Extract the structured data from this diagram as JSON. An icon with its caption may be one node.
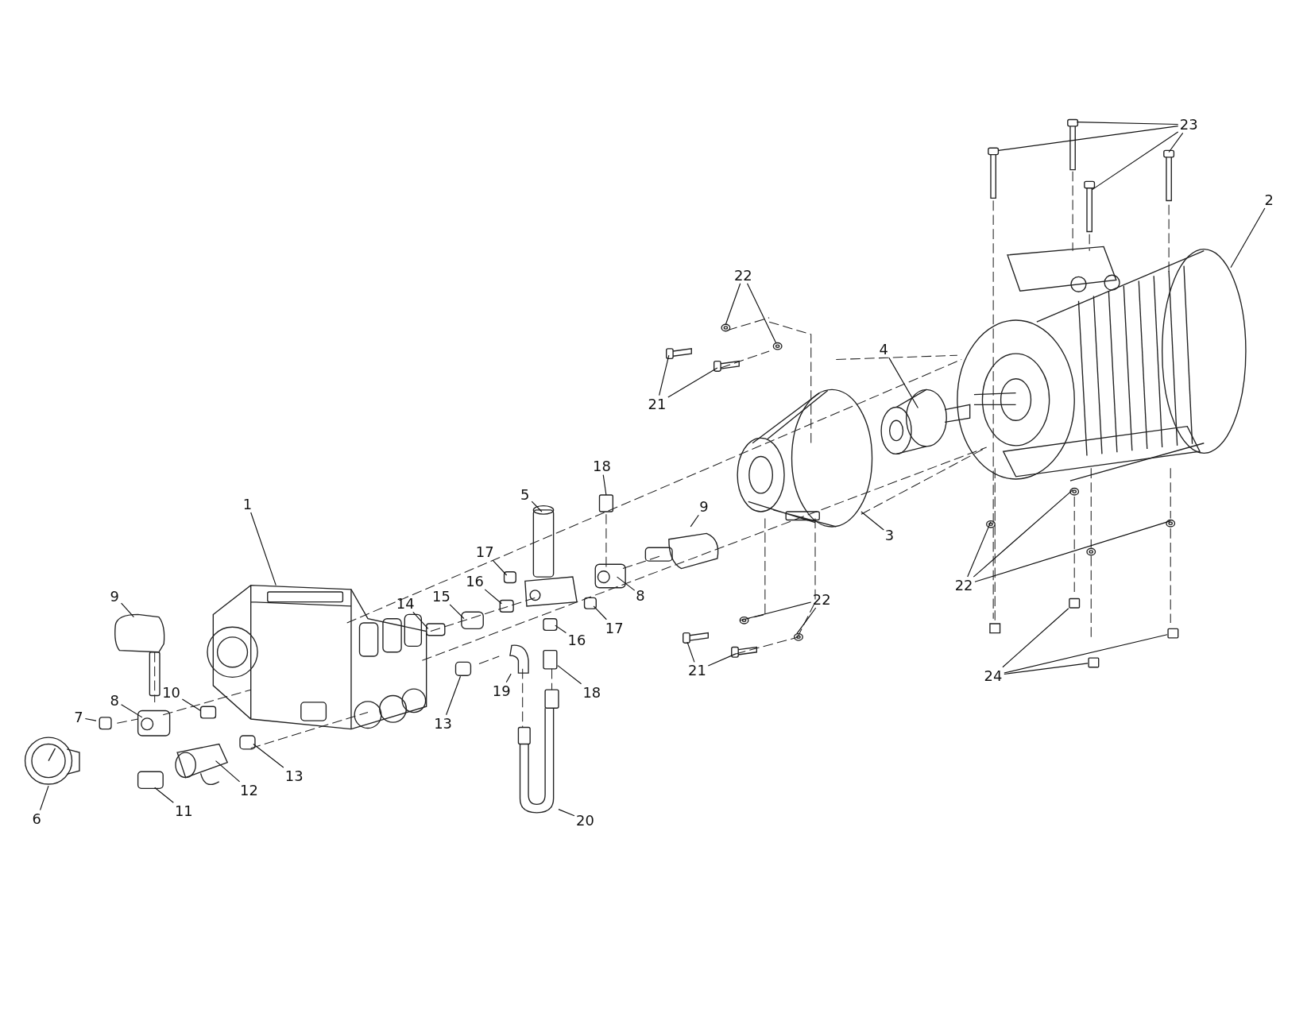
{
  "diagram": {
    "nodes": [
      {
        "text": [
          "1"
        ]
      },
      {
        "text": [
          "2"
        ]
      },
      {
        "text": [
          "3"
        ]
      },
      {
        "text": [
          "4"
        ]
      },
      {
        "text": [
          "5"
        ]
      },
      {
        "text": [
          "6"
        ]
      },
      {
        "text": [
          "7"
        ]
      },
      {
        "text": [
          "8"
        ]
      },
      {
        "text": [
          "8"
        ]
      },
      {
        "text": [
          "9"
        ]
      },
      {
        "text": [
          "9"
        ]
      },
      {
        "text": [
          "10"
        ]
      },
      {
        "text": [
          "11"
        ]
      },
      {
        "text": [
          "12"
        ]
      },
      {
        "text": [
          "13"
        ]
      },
      {
        "text": [
          "13"
        ]
      },
      {
        "text": [
          "14"
        ]
      },
      {
        "text": [
          "15"
        ]
      },
      {
        "text": [
          "16"
        ]
      },
      {
        "text": [
          "16"
        ]
      },
      {
        "text": [
          "17"
        ]
      },
      {
        "text": [
          "17"
        ]
      },
      {
        "text": [
          "18"
        ]
      },
      {
        "text": [
          "18"
        ]
      },
      {
        "text": [
          "19"
        ]
      },
      {
        "text": [
          "20"
        ]
      },
      {
        "text": [
          "21"
        ]
      },
      {
        "text": [
          "22"
        ]
      },
      {
        "text": [
          "21"
        ]
      },
      {
        "text": [
          "22"
        ]
      },
      {
        "text": [
          "22"
        ]
      },
      {
        "text": [
          "23"
        ]
      },
      {
        "text": [
          "24"
        ]
      },
      {
        "text": [],
        "shape": "box"
      },
      {
        "text": [],
        "shape": "box"
      },
      {
        "text": [],
        "shape": "picture"
      },
      {
        "text": [],
        "shape": "box"
      },
      {
        "text": [],
        "shape": "box"
      },
      {
        "text": [],
        "shape": "box"
      }
    ],
    "edges": [
      {
        "from": 0,
        "to": null,
        "arrow": "none"
      },
      {
        "from": 1,
        "to": null,
        "arrow": "none"
      },
      {
        "from": 2,
        "to": null,
        "arrow": "none"
      },
      {
        "from": 3,
        "to": null,
        "arrow": "none"
      },
      {
        "from": 4,
        "to": null,
        "arrow": "none"
      },
      {
        "from": 5,
        "to": null,
        "arrow": "none"
      },
      {
        "from": 6,
        "to": null,
        "arrow": "none"
      },
      {
        "from": 7,
        "to": null,
        "arrow": "none"
      },
      {
        "from": 8,
        "to": null,
        "arrow": "none"
      },
      {
        "from": 9,
        "to": null,
        "arrow": "none"
      },
      {
        "from": 10,
        "to": null,
        "arrow": "none"
      },
      {
        "from": 11,
        "to": null,
        "arrow": "none"
      },
      {
        "from": 12,
        "to": null,
        "arrow": "none"
      },
      {
        "from": 13,
        "to": null,
        "arrow": "none"
      },
      {
        "from": 14,
        "to": null,
        "arrow": "none"
      },
      {
        "from": 15,
        "to": 33,
        "arrow": "none"
      },
      {
        "from": 16,
        "to": null,
        "arrow": "none"
      },
      {
        "from": 17,
        "to": null,
        "arrow": "none"
      },
      {
        "from": 18,
        "to": null,
        "arrow": "none"
      },
      {
        "from": 19,
        "to": null,
        "arrow": "none"
      },
      {
        "from": 20,
        "to": null,
        "arrow": "none"
      },
      {
        "from": 21,
        "to": null,
        "arrow": "none"
      },
      {
        "from": 22,
        "to": null,
        "arrow": "none"
      },
      {
        "from": 23,
        "to": 34,
        "arrow": "none"
      },
      {
        "from": 24,
        "to": 35,
        "arrow": "none"
      },
      {
        "from": 25,
        "to": null,
        "arrow": "none"
      },
      {
        "from": 26,
        "to": null,
        "arrow": "none"
      },
      {
        "from": 26,
        "to": null,
        "arrow": "none"
      },
      {
        "from": 27,
        "to": null,
        "arrow": "none"
      },
      {
        "from": 27,
        "to": null,
        "arrow": "none"
      },
      {
        "from": 28,
        "to": null,
        "arrow": "none"
      },
      {
        "from": 28,
        "to": null,
        "arrow": "none"
      },
      {
        "from": 29,
        "to": null,
        "arrow": "none"
      },
      {
        "from": 29,
        "to": null,
        "arrow": "none"
      },
      {
        "from": 30,
        "to": null,
        "arrow": "none"
      },
      {
        "from": 30,
        "to": null,
        "arrow": "none"
      },
      {
        "from": 30,
        "to": null,
        "arrow": "none"
      },
      {
        "from": 31,
        "to": null,
        "arrow": "none"
      },
      {
        "from": 31,
        "to": null,
        "arrow": "none"
      },
      {
        "from": 31,
        "to": null,
        "arrow": "none"
      },
      {
        "from": 31,
        "to": null,
        "arrow": "none"
      },
      {
        "from": 32,
        "to": 36,
        "arrow": "none"
      },
      {
        "from": 32,
        "to": 37,
        "arrow": "none"
      },
      {
        "from": 32,
        "to": 38,
        "arrow": "none"
      }
    ]
  }
}
